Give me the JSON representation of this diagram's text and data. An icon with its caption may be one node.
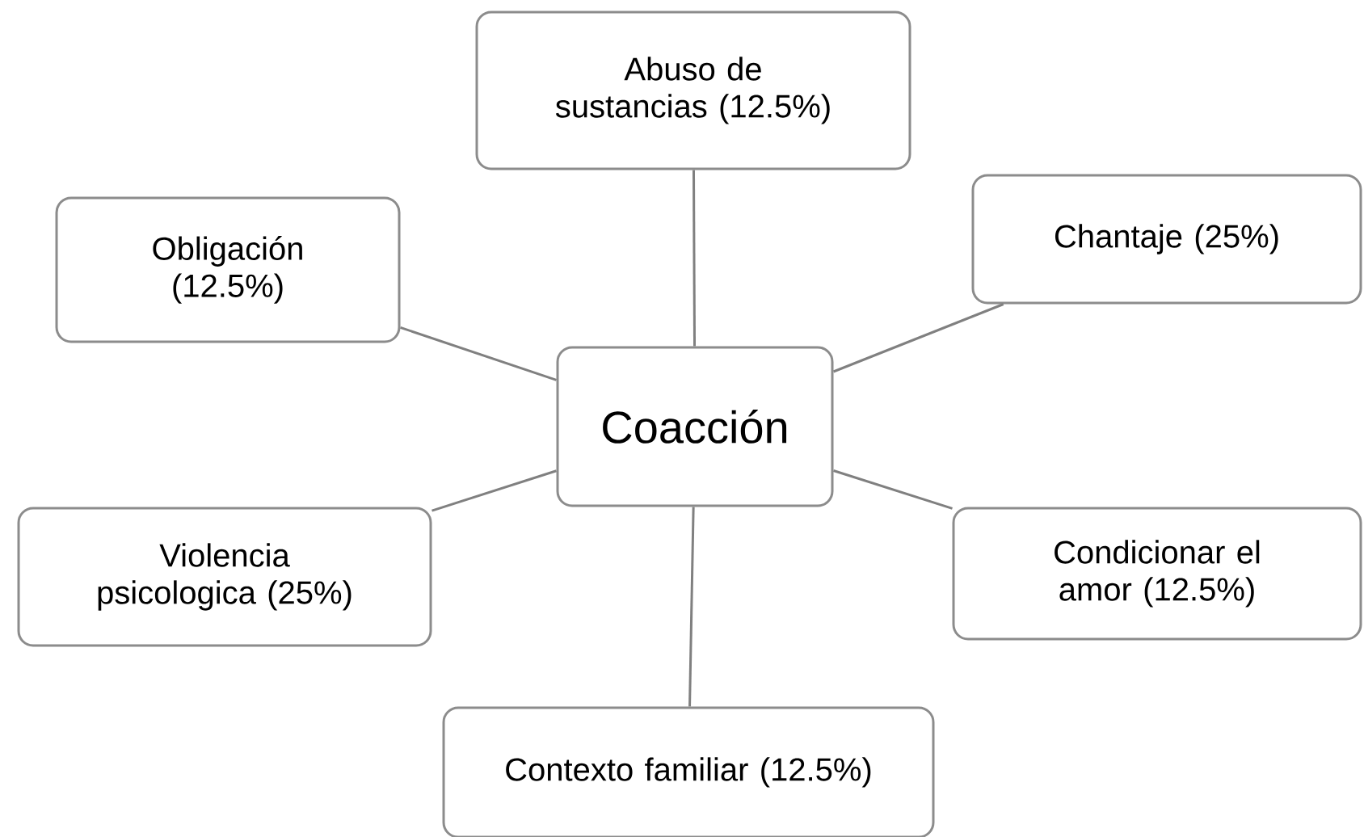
{
  "diagram": {
    "nodes": [
      {
        "text": [
          "Coacción"
        ]
      },
      {
        "text": [
          "Abuso de sustancias (12.5%)"
        ]
      },
      {
        "text": [
          "Obligación (12.5%)"
        ]
      },
      {
        "text": [
          "Chantaje (25%)"
        ]
      },
      {
        "text": [
          "Violencia psicologica (25%)"
        ]
      },
      {
        "text": [
          "Condicionar el amor (12.5%)"
        ]
      },
      {
        "text": [
          "Contexto familiar (12.5%)"
        ]
      }
    ],
    "edges": [
      {
        "from": 0,
        "to": 1,
        "arrow": "none"
      },
      {
        "from": 0,
        "to": 2,
        "arrow": "none"
      },
      {
        "from": 0,
        "to": 3,
        "arrow": "none"
      },
      {
        "from": 0,
        "to": 4,
        "arrow": "none"
      },
      {
        "from": 0,
        "to": 5,
        "arrow": "none"
      },
      {
        "from": 0,
        "to": 6,
        "arrow": "none"
      }
    ]
  }
}
